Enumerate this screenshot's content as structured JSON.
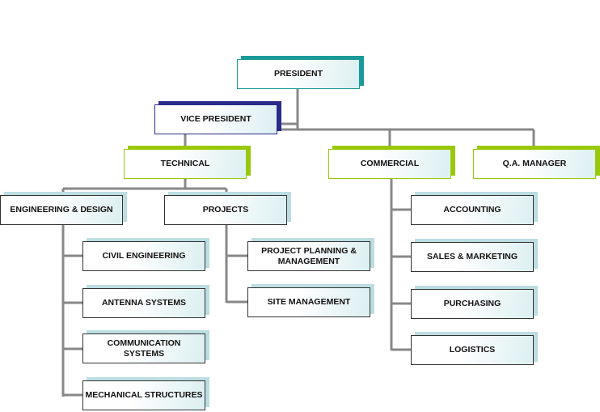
{
  "president": "PRESIDENT",
  "vice_president": "VICE PRESIDENT",
  "departments": {
    "technical": "TECHNICAL",
    "commercial": "COMMERCIAL",
    "qa": "Q.A. MANAGER"
  },
  "technical": {
    "engineering": {
      "label": "ENGINEERING & DESIGN",
      "children": [
        "CIVIL ENGINEERING",
        "ANTENNA SYSTEMS",
        "COMMUNICATION SYSTEMS",
        "MECHANICAL STRUCTURES"
      ]
    },
    "projects": {
      "label": "PROJECTS",
      "children": [
        "PROJECT PLANNING & MANAGEMENT",
        "SITE MANAGEMENT"
      ]
    }
  },
  "commercial": {
    "children": [
      "ACCOUNTING",
      "SALES & MARKETING",
      "PURCHASING",
      "LOGISTICS"
    ]
  },
  "colors": {
    "line": "#888888",
    "president": "#1a9a98",
    "vp": "#2b2a8a",
    "dept": "#99c80a",
    "unit": "#bcdde2"
  }
}
